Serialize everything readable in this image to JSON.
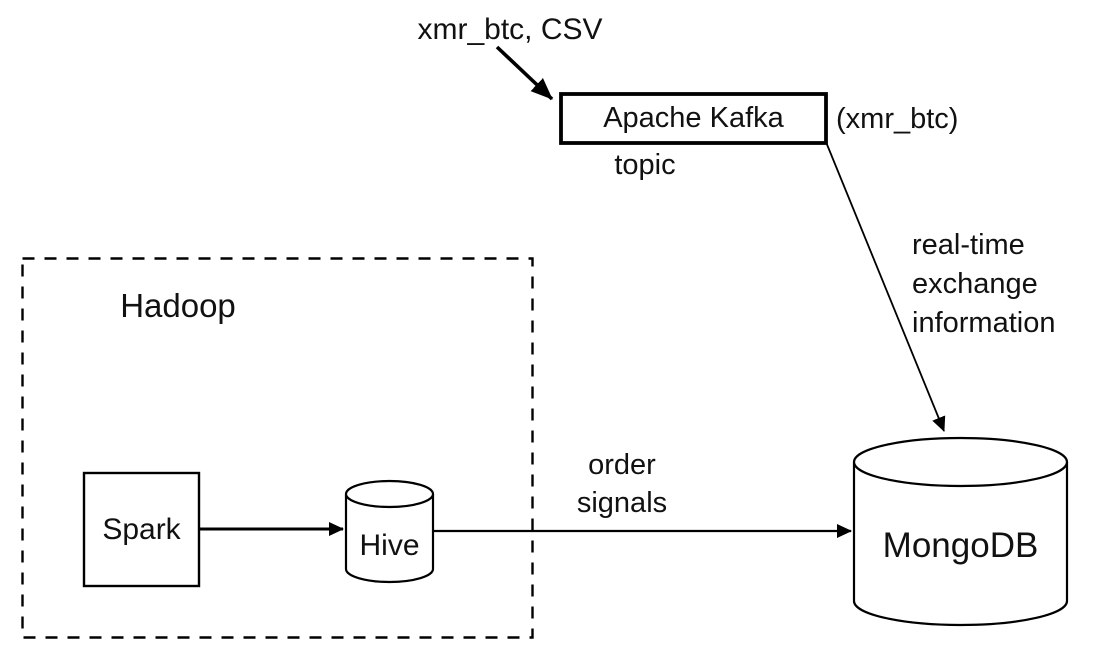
{
  "diagram": {
    "nodes": {
      "kafka": {
        "label": "Apache Kafka",
        "annotation": "(xmr_btc)",
        "sublabel": "topic",
        "shape": "rectangle-bold"
      },
      "hadoop_group": {
        "label": "Hadoop",
        "shape": "dashed-rectangle"
      },
      "spark": {
        "label": "Spark",
        "shape": "rectangle"
      },
      "hive": {
        "label": "Hive",
        "shape": "database-cylinder"
      },
      "mongodb": {
        "label": "MongoDB",
        "shape": "database-cylinder"
      }
    },
    "edges": {
      "csv_to_kafka": {
        "label": "xmr_btc, CSV",
        "from": "csv-source",
        "to": "kafka"
      },
      "kafka_to_mongodb": {
        "label": "real-time\nexchange\ninformation",
        "from": "kafka",
        "to": "mongodb"
      },
      "spark_to_hive": {
        "label": "",
        "from": "spark",
        "to": "hive"
      },
      "hive_to_mongodb": {
        "label": "order\nsignals",
        "from": "hive",
        "to": "mongodb"
      }
    },
    "colors": {
      "stroke": "#000000",
      "text": "#111111",
      "background": "#ffffff"
    }
  }
}
